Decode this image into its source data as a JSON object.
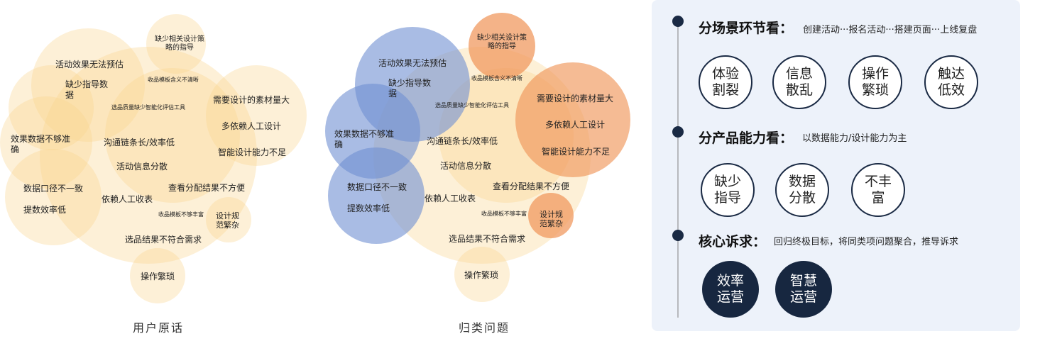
{
  "left": {
    "caption": "用户原话",
    "labels": {
      "l1": "缺少相关设计策略的指导",
      "l2": "活动效果无法预估",
      "l3": "缺少指导数据",
      "l4": "收品模板含义不清晰",
      "l5": "选品质量缺少智能化评估工具",
      "l6": "需要设计的素材量大",
      "l7": "多依赖人工设计",
      "l8": "效果数据不够准确",
      "l9": "沟通链条长/效率低",
      "l10": "智能设计能力不足",
      "l11": "活动信息分散",
      "l12": "数据口径不一致",
      "l13": "查看分配结果不方便",
      "l14": "依赖人工收表",
      "l15": "提数效率低",
      "l16": "收品模板不够丰富",
      "l17": "设计规范繁杂",
      "l18": "选品结果不符合需求",
      "l19": "操作繁琐"
    }
  },
  "right": {
    "caption": "归类问题",
    "labels": {
      "r1": "缺少相关设计策略的指导",
      "r2": "活动效果无法预估",
      "r3": "缺少指导数据",
      "r4": "收品模板含义不清晰",
      "r5": "选品质量缺少智能化评估工具",
      "r6": "需要设计的素材量大",
      "r7": "多依赖人工设计",
      "r8": "效果数据不够准确",
      "r9": "沟通链条长/效率低",
      "r10": "智能设计能力不足",
      "r11": "活动信息分散",
      "r12": "数据口径不一致",
      "r13": "查看分配结果不方便",
      "r14": "依赖人工收表",
      "r15": "提数效率低",
      "r16": "收品模板不够丰富",
      "r17": "设计规范繁杂",
      "r18": "选品结果不符合需求",
      "r19": "操作繁琐"
    }
  },
  "panel": {
    "s1": {
      "title": "分场景环节看：",
      "desc": "创建活动···报名活动···搭建页面···上线复盘",
      "tags": [
        "体验割裂",
        "信息散乱",
        "操作繁琐",
        "触达低效"
      ]
    },
    "s2": {
      "title": "分产品能力看：",
      "desc": "以数据能力/设计能力为主",
      "tags": [
        "缺少指导",
        "数据分散",
        "不丰富"
      ]
    },
    "s3": {
      "title": "核心诉求：",
      "desc": "回归终极目标，将同类项问题聚合，推导诉求",
      "tags": [
        "效率运营",
        "智慧运营"
      ]
    }
  },
  "colors": {
    "yellow": "#f9d58c",
    "blue": "#6f8fd2",
    "orange": "#f0965a",
    "navy": "#172740"
  }
}
